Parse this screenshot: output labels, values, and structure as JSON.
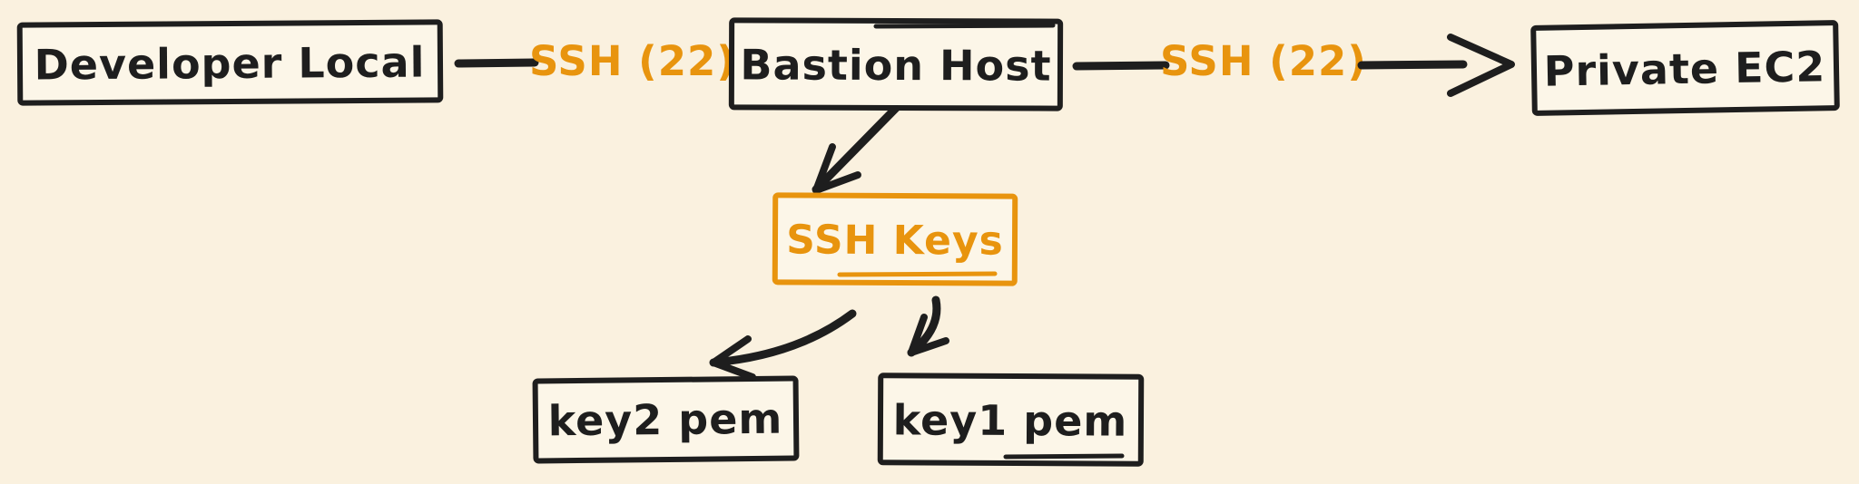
{
  "diagram": {
    "type": "flowchart",
    "style": "hand-drawn-sketch",
    "background_color": "#FAF1DF",
    "stroke_color": "#1E1E1E",
    "accent_color": "#E8940E",
    "nodes": [
      {
        "id": "developer-local",
        "label": "Developer Local",
        "color": "black"
      },
      {
        "id": "bastion-host",
        "label": "Bastion Host",
        "color": "black"
      },
      {
        "id": "private-ec2",
        "label": "Private EC2",
        "color": "black"
      },
      {
        "id": "ssh-keys",
        "label": "SSH Keys",
        "color": "orange"
      },
      {
        "id": "key2-pem",
        "label": "key2 pem",
        "color": "black"
      },
      {
        "id": "key1-pem",
        "label": "key1 pem",
        "color": "black"
      }
    ],
    "edges": [
      {
        "from": "developer-local",
        "to": "bastion-host",
        "label": "SSH (22)",
        "arrowhead": false
      },
      {
        "from": "bastion-host",
        "to": "private-ec2",
        "label": "SSH (22)",
        "arrowhead": true
      },
      {
        "from": "bastion-host",
        "to": "ssh-keys",
        "label": "",
        "arrowhead": true
      },
      {
        "from": "ssh-keys",
        "to": "key2-pem",
        "label": "",
        "arrowhead": true
      },
      {
        "from": "ssh-keys",
        "to": "key1-pem",
        "label": "",
        "arrowhead": true
      }
    ]
  }
}
